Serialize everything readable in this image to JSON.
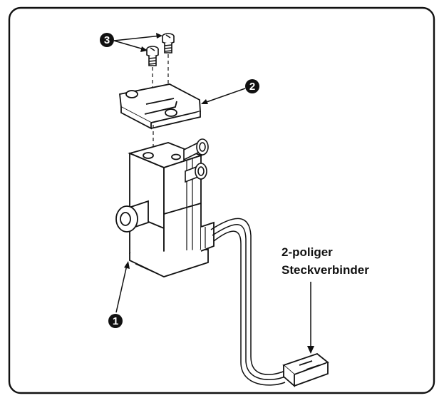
{
  "diagram": {
    "callouts": [
      {
        "number": "1",
        "part": "valve body"
      },
      {
        "number": "2",
        "part": "mounting bracket"
      },
      {
        "number": "3",
        "part": "screws"
      }
    ],
    "connector_label_line1": "2-poliger",
    "connector_label_line2": "Steckverbinder"
  },
  "colors": {
    "ink": "#111111",
    "paper": "#ffffff"
  }
}
